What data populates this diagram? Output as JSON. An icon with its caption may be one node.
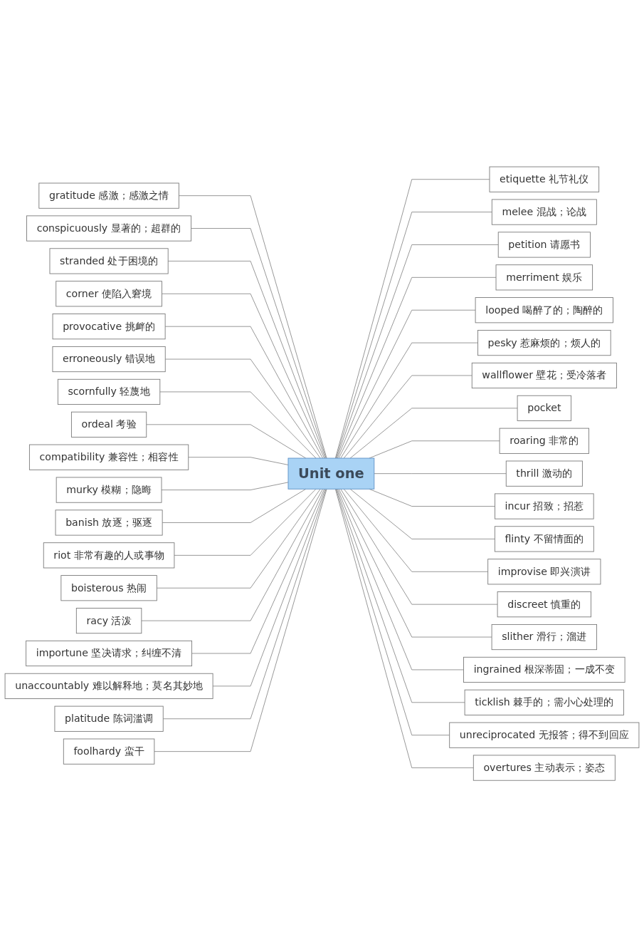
{
  "diagram": {
    "nodes": [
      {
        "text": [
          "Unit one"
        ]
      },
      {
        "text": [
          "gratitude 感激；感激之情"
        ]
      },
      {
        "text": [
          "conspicuously 显著的；超群的"
        ]
      },
      {
        "text": [
          "stranded 处于困境的"
        ]
      },
      {
        "text": [
          "corner 使陷入窘境"
        ]
      },
      {
        "text": [
          "provocative 挑衅的"
        ]
      },
      {
        "text": [
          "erroneously 错误地"
        ]
      },
      {
        "text": [
          "scornfully 轻蔑地"
        ]
      },
      {
        "text": [
          "ordeal 考验"
        ]
      },
      {
        "text": [
          "compatibility 兼容性；相容性"
        ]
      },
      {
        "text": [
          "murky 模糊；隐晦"
        ]
      },
      {
        "text": [
          "banish 放逐；驱逐"
        ]
      },
      {
        "text": [
          "riot 非常有趣的人或事物"
        ]
      },
      {
        "text": [
          "boisterous 热闹"
        ]
      },
      {
        "text": [
          "racy 活泼"
        ]
      },
      {
        "text": [
          "importune 坚决请求；纠缠不清"
        ]
      },
      {
        "text": [
          "unaccountably 难以解释地；莫名其妙地"
        ]
      },
      {
        "text": [
          "platitude 陈词滥调"
        ]
      },
      {
        "text": [
          "foolhardy 蛮干"
        ]
      },
      {
        "text": [
          "etiquette 礼节礼仪"
        ]
      },
      {
        "text": [
          "melee 混战；论战"
        ]
      },
      {
        "text": [
          "petition 请愿书"
        ]
      },
      {
        "text": [
          "merriment 娱乐"
        ]
      },
      {
        "text": [
          "looped 喝醉了的；陶醉的"
        ]
      },
      {
        "text": [
          "pesky 惹麻烦的；烦人的"
        ]
      },
      {
        "text": [
          "wallflower 壁花；受冷落者"
        ]
      },
      {
        "text": [
          "pocket"
        ]
      },
      {
        "text": [
          "roaring 非常的"
        ]
      },
      {
        "text": [
          "thrill 激动的"
        ]
      },
      {
        "text": [
          "incur 招致；招惹"
        ]
      },
      {
        "text": [
          "flinty 不留情面的"
        ]
      },
      {
        "text": [
          "improvise 即兴演讲"
        ]
      },
      {
        "text": [
          "discreet 慎重的"
        ]
      },
      {
        "text": [
          "slither 滑行；溜进"
        ]
      },
      {
        "text": [
          "ingrained 根深蒂固；一成不变"
        ]
      },
      {
        "text": [
          "ticklish 棘手的；需小心处理的"
        ]
      },
      {
        "text": [
          "unreciprocated 无报答；得不到回应"
        ]
      },
      {
        "text": [
          "overtures 主动表示；姿态"
        ]
      }
    ],
    "edges": [
      {
        "from": 0,
        "to": 1,
        "arrow": "none"
      },
      {
        "from": 0,
        "to": 2,
        "arrow": "none"
      },
      {
        "from": 0,
        "to": 3,
        "arrow": "none"
      },
      {
        "from": 0,
        "to": 4,
        "arrow": "none"
      },
      {
        "from": 0,
        "to": 5,
        "arrow": "none"
      },
      {
        "from": 0,
        "to": 6,
        "arrow": "none"
      },
      {
        "from": 0,
        "to": 7,
        "arrow": "none"
      },
      {
        "from": 0,
        "to": 8,
        "arrow": "none"
      },
      {
        "from": 0,
        "to": 9,
        "arrow": "none"
      },
      {
        "from": 0,
        "to": 10,
        "arrow": "none"
      },
      {
        "from": 0,
        "to": 11,
        "arrow": "none"
      },
      {
        "from": 0,
        "to": 12,
        "arrow": "none"
      },
      {
        "from": 0,
        "to": 13,
        "arrow": "none"
      },
      {
        "from": 0,
        "to": 14,
        "arrow": "none"
      },
      {
        "from": 0,
        "to": 15,
        "arrow": "none"
      },
      {
        "from": 0,
        "to": 16,
        "arrow": "none"
      },
      {
        "from": 0,
        "to": 17,
        "arrow": "none"
      },
      {
        "from": 0,
        "to": 18,
        "arrow": "none"
      },
      {
        "from": 0,
        "to": 19,
        "arrow": "none"
      },
      {
        "from": 0,
        "to": 20,
        "arrow": "none"
      },
      {
        "from": 0,
        "to": 21,
        "arrow": "none"
      },
      {
        "from": 0,
        "to": 22,
        "arrow": "none"
      },
      {
        "from": 0,
        "to": 23,
        "arrow": "none"
      },
      {
        "from": 0,
        "to": 24,
        "arrow": "none"
      },
      {
        "from": 0,
        "to": 25,
        "arrow": "none"
      },
      {
        "from": 0,
        "to": 26,
        "arrow": "none"
      },
      {
        "from": 0,
        "to": 27,
        "arrow": "none"
      },
      {
        "from": 0,
        "to": 28,
        "arrow": "none"
      },
      {
        "from": 0,
        "to": 29,
        "arrow": "none"
      },
      {
        "from": 0,
        "to": 30,
        "arrow": "none"
      },
      {
        "from": 0,
        "to": 31,
        "arrow": "none"
      },
      {
        "from": 0,
        "to": 32,
        "arrow": "none"
      },
      {
        "from": 0,
        "to": 33,
        "arrow": "none"
      },
      {
        "from": 0,
        "to": 34,
        "arrow": "none"
      },
      {
        "from": 0,
        "to": 35,
        "arrow": "none"
      },
      {
        "from": 0,
        "to": 36,
        "arrow": "none"
      },
      {
        "from": 0,
        "to": 37,
        "arrow": "none"
      }
    ]
  }
}
